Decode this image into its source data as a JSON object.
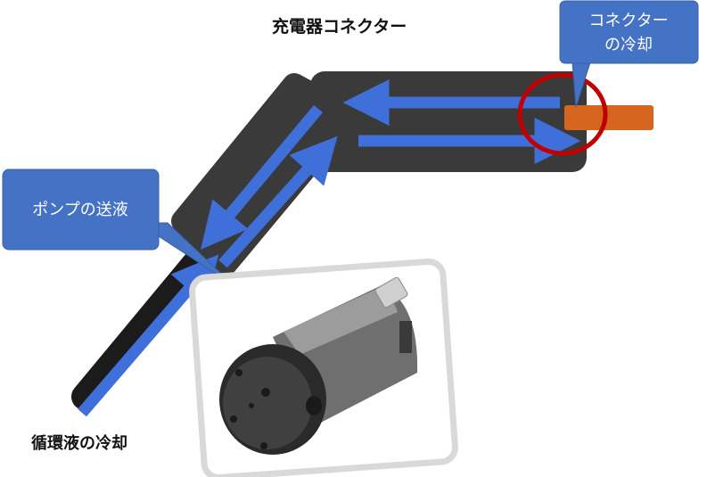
{
  "title": "充電器コネクター",
  "bottom_label": "循環液の冷却",
  "callouts": {
    "connector_cooling": [
      "コネクター",
      "の冷却"
    ],
    "pump_delivery": "ポンプの送液"
  },
  "colors": {
    "body": "#3a3a3a",
    "arrow": "#3f6fd8",
    "callout": "#4472c4",
    "connector": "#d5651f",
    "highlight": "#c00000"
  }
}
